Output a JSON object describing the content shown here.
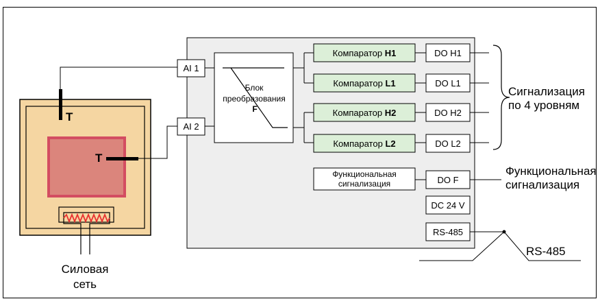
{
  "colors": {
    "furnace_outer": "#f5d6a2",
    "furnace_inner": "#db857c",
    "furnace_inner_border": "#d34d61",
    "heater_zigzag": "#e83030",
    "controller_fill": "#eeeeee",
    "comparator_fill": "#dcefd8",
    "line": "#000000"
  },
  "furnace": {
    "sensor_outer_label": "T",
    "sensor_inner_label": "T"
  },
  "power": {
    "label_line1": "Силовая",
    "label_line2": "сеть"
  },
  "inputs": {
    "ai1": "AI 1",
    "ai2": "AI 2"
  },
  "converter": {
    "line1": "Блок",
    "line2": "преобразования",
    "line3": "F"
  },
  "comparators": [
    {
      "prefix": "Компаратор ",
      "level": "H1"
    },
    {
      "prefix": "Компаратор ",
      "level": "L1"
    },
    {
      "prefix": "Компаратор ",
      "level": "H2"
    },
    {
      "prefix": "Компаратор ",
      "level": "L2"
    }
  ],
  "outputs": {
    "do_h1": "DO H1",
    "do_l1": "DO L1",
    "do_h2": "DO H2",
    "do_l2": "DO L2",
    "do_f": "DO F",
    "dc24": "DC 24 V",
    "rs485_port": "RS-485"
  },
  "functional_block": {
    "line1": "Функциональная",
    "line2": "сигнализация"
  },
  "annotations": {
    "alarm_line1": "Сигнализация",
    "alarm_line2": "по 4 уровням",
    "func_line1": "Функциональная",
    "func_line2": "сигнализация",
    "rs485": "RS-485"
  }
}
